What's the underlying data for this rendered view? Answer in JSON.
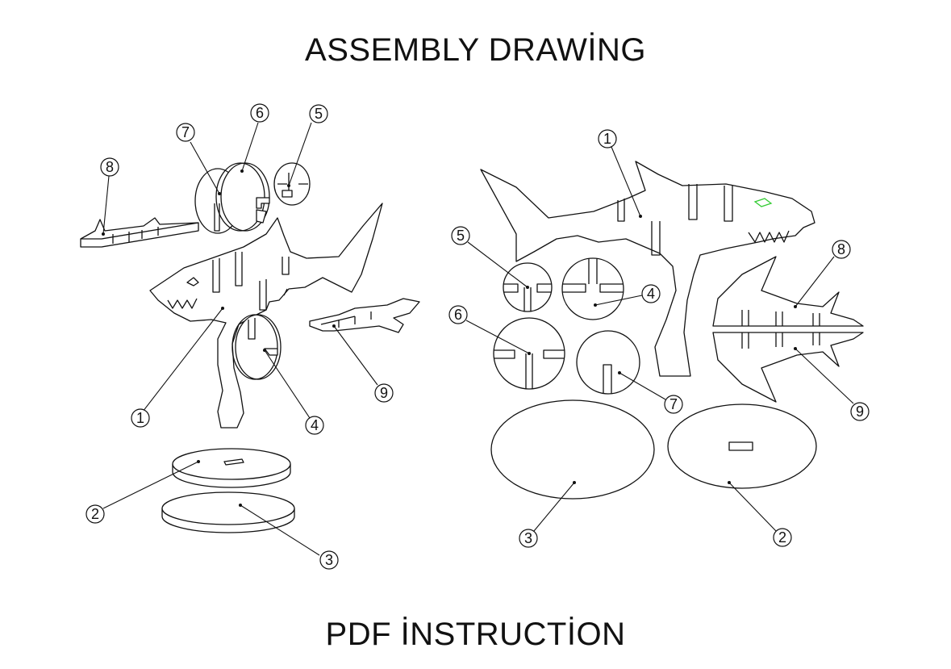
{
  "title": "ASSEMBLY DRAWİNG",
  "footer": "PDF İNSTRUCTİON",
  "colors": {
    "stroke": "#111111",
    "eye_highlight": "#33cc33",
    "background": "#ffffff"
  },
  "left_view": {
    "callouts": [
      "1",
      "2",
      "3",
      "4",
      "5",
      "6",
      "7",
      "8",
      "9"
    ]
  },
  "right_view": {
    "callouts": [
      "1",
      "2",
      "3",
      "4",
      "5",
      "6",
      "7",
      "8",
      "9"
    ]
  }
}
